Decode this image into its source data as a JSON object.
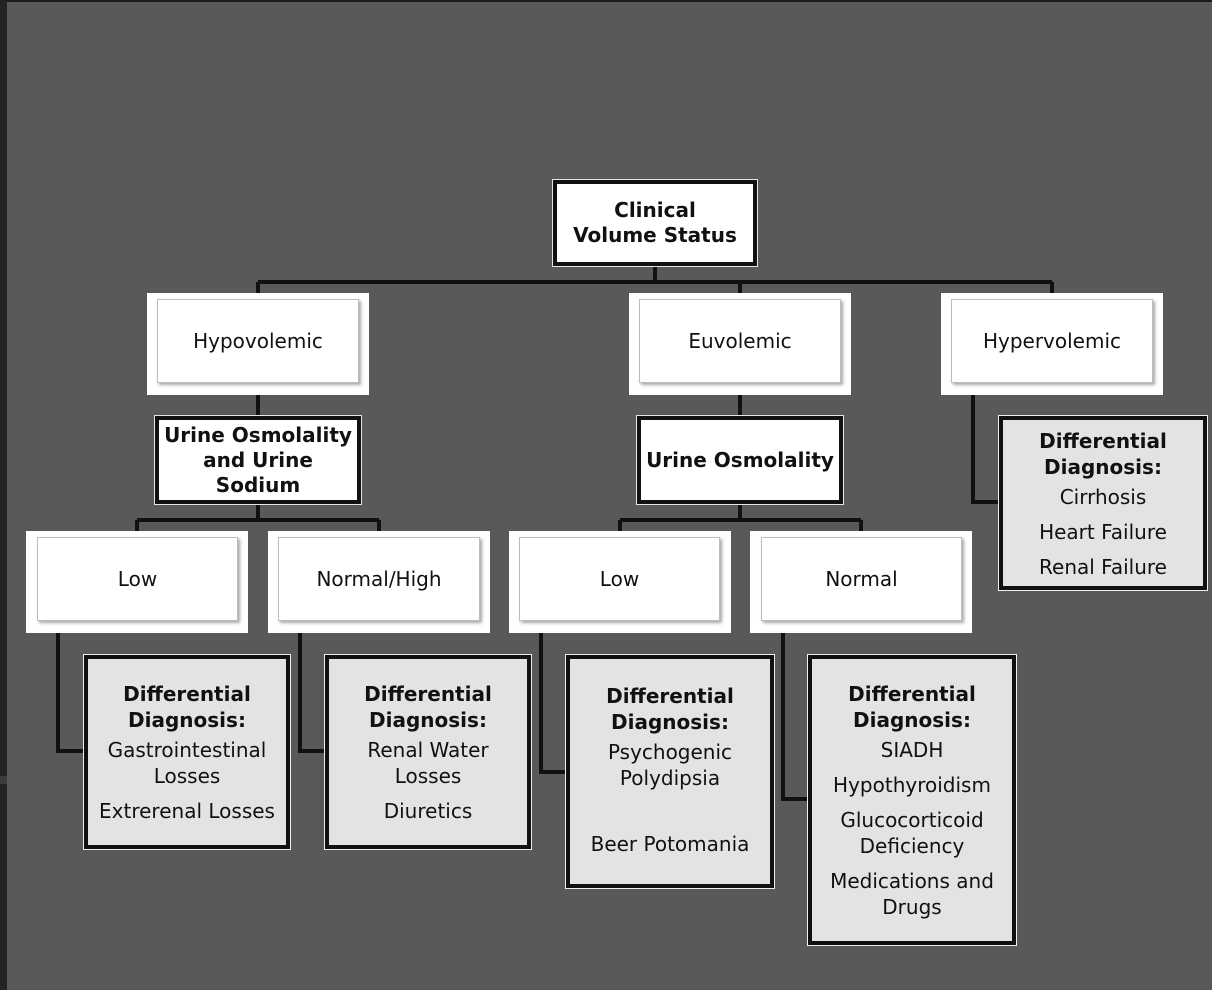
{
  "root": {
    "label": "Clinical Volume Status"
  },
  "volume_levels": [
    {
      "label": "Hypovolemic"
    },
    {
      "label": "Euvolemic"
    },
    {
      "label": "Hypervolemic"
    }
  ],
  "tests": [
    {
      "label": "Urine Osmolality and Urine Sodium"
    },
    {
      "label": "Urine Osmolality"
    }
  ],
  "results": [
    {
      "label": "Low"
    },
    {
      "label": "Normal/High"
    },
    {
      "label": "Low"
    },
    {
      "label": "Normal"
    }
  ],
  "differentials": [
    {
      "title": "Differential Diagnosis:",
      "items": [
        "Gastrointestinal Losses",
        "Extrerenal Losses"
      ]
    },
    {
      "title": "Differential Diagnosis:",
      "items": [
        "Renal Water Losses",
        "Diuretics"
      ]
    },
    {
      "title": "Differential Diagnosis:",
      "items": [
        "Psychogenic Polydipsia",
        "Beer Potomania"
      ]
    },
    {
      "title": "Differential Diagnosis:",
      "items": [
        "SIADH",
        "Hypothyroidism",
        "Glucocorticoid Deficiency",
        "Medications and Drugs"
      ]
    },
    {
      "title": "Differential Diagnosis:",
      "items": [
        "Cirrhosis",
        "Heart Failure",
        "Renal Failure"
      ]
    }
  ]
}
